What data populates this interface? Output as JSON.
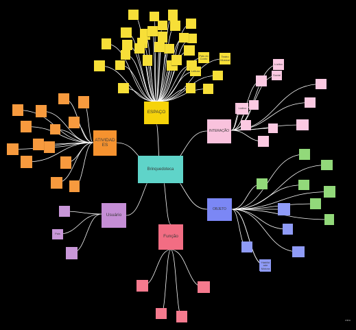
{
  "colors": {
    "background": "#000000",
    "link": "#ffffff",
    "center": "#5fd4c9",
    "espaco": "#f6d30a",
    "espaco_sub": "#f7df38",
    "interacao": "#f9c2dd",
    "interacao_sub": "#fbc9e2",
    "objeto": "#7b87f5",
    "objeto_sub": "#8f9bf7",
    "objeto_green": "#92d97a",
    "funcao": "#f26d83",
    "funcao_sub": "#f57a8e",
    "usuario": "#c58ed6",
    "usuario_sub": "#c997d9",
    "atividades": "#f5922f",
    "atividades_sub": "#f79a3e"
  },
  "center": {
    "label": "Brinquedoteca"
  },
  "branches": {
    "espaco": {
      "label": "ESPAÇO"
    },
    "interacao": {
      "label": "INTERAÇÃO"
    },
    "objeto": {
      "label": "OBJETO"
    },
    "funcao": {
      "label": "Função"
    },
    "usuario": {
      "label": "Usuário"
    },
    "atividades": {
      "label": "ATIVIDADES"
    }
  },
  "notes": {
    "espaco_nodes": [
      "",
      "",
      "",
      "",
      "",
      "",
      "",
      "",
      "",
      "",
      "",
      "",
      "",
      "",
      "",
      "",
      "",
      "",
      "",
      "",
      "",
      "",
      "",
      "",
      "",
      "",
      "Pais do Conto",
      "Teatro Musical",
      "Leitura",
      "",
      ""
    ],
    "interacao_nodes": [
      "Lúdico",
      "Social",
      "",
      "",
      "",
      "",
      "",
      "Lúdico",
      "",
      "",
      "",
      ""
    ],
    "objeto_nodes": [
      "",
      "",
      "",
      "",
      "",
      "",
      "",
      "",
      "",
      "",
      "",
      "",
      "Habilidade Motora"
    ],
    "funcao_nodes": [
      "",
      "",
      "",
      ""
    ],
    "usuario_nodes": [
      "",
      "Pais",
      ""
    ],
    "atividades_nodes": [
      "",
      "",
      "",
      "",
      "",
      "",
      "",
      "",
      "",
      "",
      "",
      "",
      "",
      ""
    ]
  },
  "watermark": {
    "text": "miro"
  }
}
